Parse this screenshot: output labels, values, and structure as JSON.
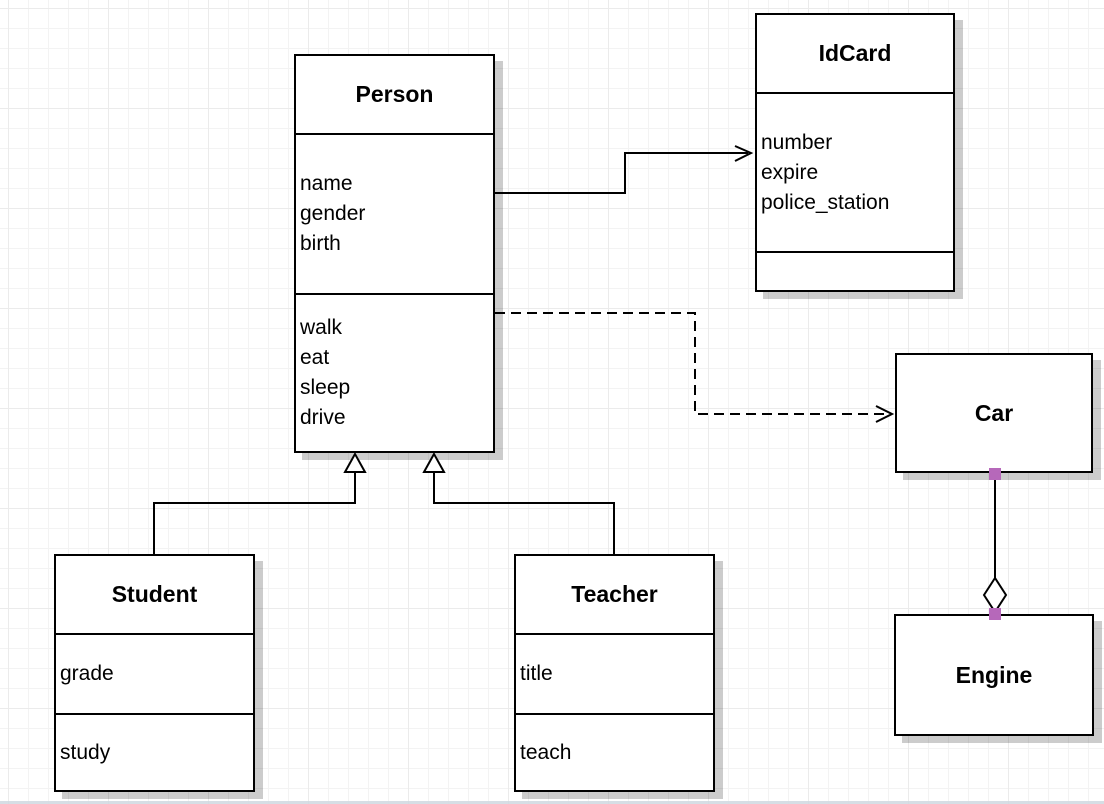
{
  "classes": {
    "person": {
      "title": "Person",
      "attributes": [
        "name",
        "gender",
        "birth"
      ],
      "methods": [
        "walk",
        "eat",
        "sleep",
        "drive"
      ]
    },
    "idcard": {
      "title": "IdCard",
      "attributes": [
        "number",
        "expire",
        "police_station"
      ],
      "methods": []
    },
    "car": {
      "title": "Car",
      "attributes": [],
      "methods": []
    },
    "engine": {
      "title": "Engine",
      "attributes": [],
      "methods": []
    },
    "student": {
      "title": "Student",
      "attributes": [
        "grade"
      ],
      "methods": [
        "study"
      ]
    },
    "teacher": {
      "title": "Teacher",
      "attributes": [
        "title"
      ],
      "methods": [
        "teach"
      ]
    }
  },
  "relationships": [
    {
      "from": "Person",
      "to": "IdCard",
      "type": "directed-association",
      "line": "solid",
      "arrow": "open-arrow"
    },
    {
      "from": "Person",
      "to": "Car",
      "type": "dependency",
      "line": "dashed",
      "arrow": "open-arrow"
    },
    {
      "from": "Student",
      "to": "Person",
      "type": "generalization",
      "line": "solid",
      "arrow": "hollow-triangle"
    },
    {
      "from": "Teacher",
      "to": "Person",
      "type": "generalization",
      "line": "solid",
      "arrow": "hollow-triangle"
    },
    {
      "from": "Car",
      "to": "Engine",
      "type": "aggregation",
      "line": "solid",
      "arrow": "hollow-diamond"
    }
  ],
  "colors": {
    "stroke": "#000000",
    "box_fill": "#ffffff",
    "shadow": "#c9c9c9",
    "endpoint_handle": "#b668ba",
    "grid_line": "#f3f3f3"
  }
}
